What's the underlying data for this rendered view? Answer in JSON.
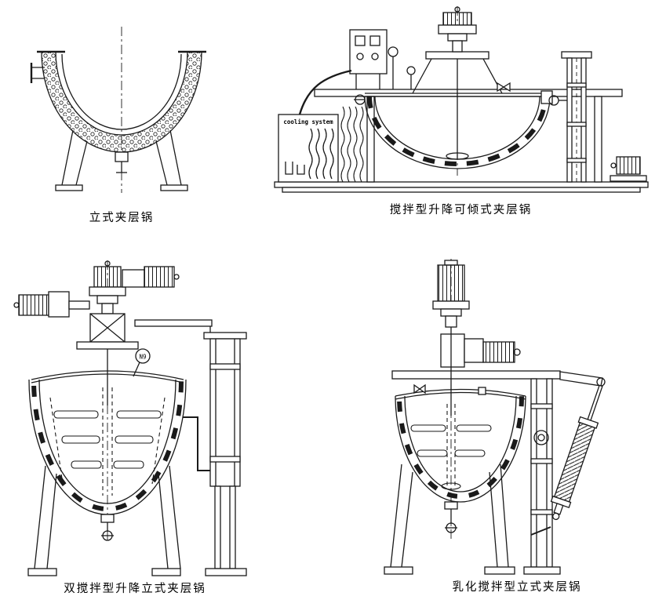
{
  "figures": [
    {
      "name": "vertical-jacketed-kettle",
      "caption": "立式夹层锅"
    },
    {
      "name": "stirring-lifting-tiltable-jacketed-kettle",
      "caption": "搅拌型升降可倾式夹层锅",
      "box_label": "cooling system"
    },
    {
      "name": "double-stirring-lifting-vertical-jacketed-kettle",
      "caption": "双搅拌型升降立式夹层锅",
      "tag": "N9"
    },
    {
      "name": "emulsifying-stirring-vertical-jacketed-kettle",
      "caption": "乳化搅拌型立式夹层锅"
    }
  ]
}
